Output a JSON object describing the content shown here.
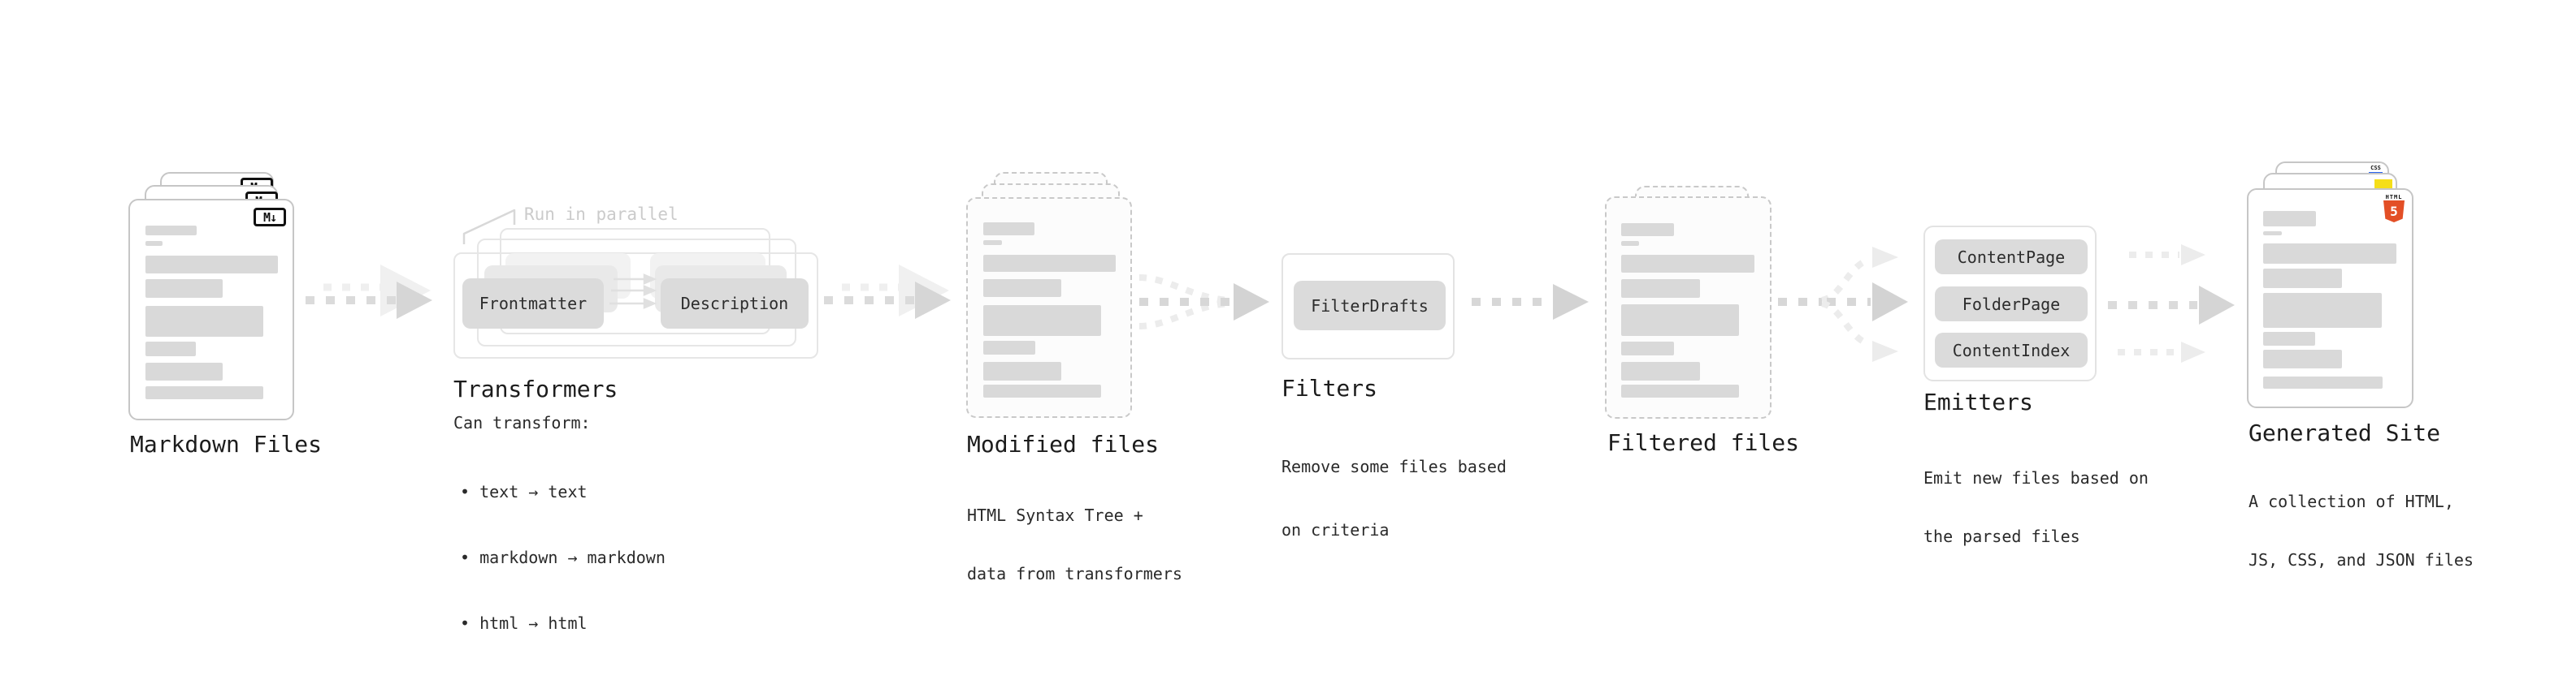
{
  "colors": {
    "bar_gray": "#d9d9d9",
    "pill_gray": "#dbdbdb",
    "card_border": "#c6c6c6",
    "dashed_border": "#c9c9c9",
    "arrow_dark": "#d6d6d6",
    "arrow_light": "#efefef",
    "annotation_gray": "#cbcbcb",
    "html5_orange": "#e34f26",
    "js_yellow": "#f5de19",
    "css_blue": "#2962ef"
  },
  "markdown_files": {
    "label": "Markdown Files",
    "badge": "M↓"
  },
  "transformers": {
    "annotation": "Run in parallel",
    "pill_left": "Frontmatter",
    "pill_right": "Description",
    "label": "Transformers",
    "caption_title": "Can transform:",
    "items": [
      "• text → text",
      "• markdown → markdown",
      "• html → html"
    ]
  },
  "modified_files": {
    "label": "Modified files",
    "caption": [
      "HTML Syntax Tree +",
      "data from transformers"
    ]
  },
  "filters": {
    "pill": "FilterDrafts",
    "label": "Filters",
    "caption": [
      "Remove some files based",
      "on criteria"
    ]
  },
  "filtered_files": {
    "label": "Filtered files"
  },
  "emitters": {
    "pills": [
      "ContentPage",
      "FolderPage",
      "ContentIndex"
    ],
    "label": "Emitters",
    "caption": [
      "Emit new files based on",
      "the parsed files"
    ]
  },
  "generated_site": {
    "label": "Generated Site",
    "caption": [
      "A collection of HTML,",
      "JS, CSS, and JSON files"
    ],
    "css_badge": "CSS",
    "html_badge": "HTML",
    "html_badge_number": "5"
  }
}
